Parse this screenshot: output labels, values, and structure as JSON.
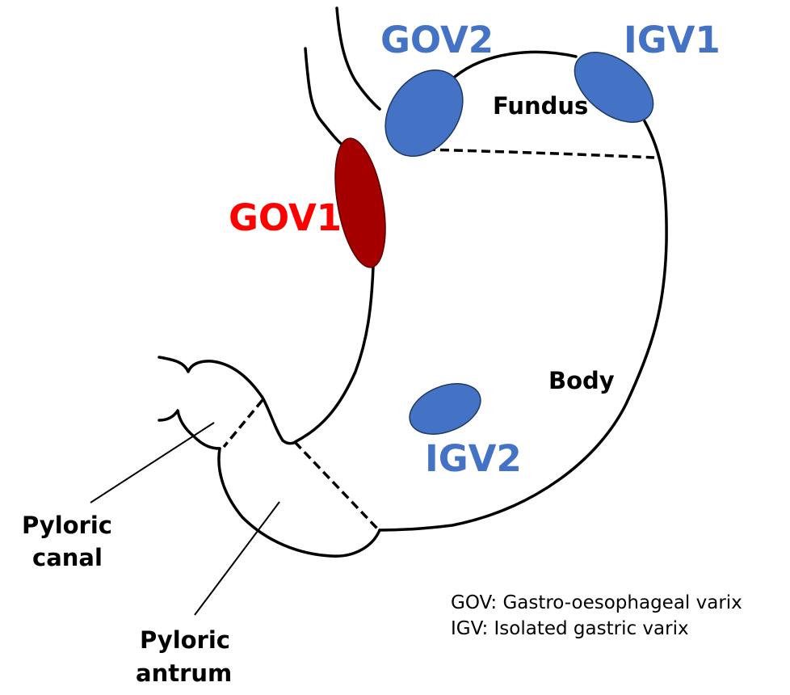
{
  "diagram": {
    "subject": "Stomach with gastric varices classification",
    "regions": {
      "fundus": "Fundus",
      "body": "Body",
      "pyloric_canal": [
        "Pyloric",
        "canal"
      ],
      "pyloric_antrum": [
        "Pyloric",
        "antrum"
      ]
    },
    "varices": {
      "gov1": {
        "label": "GOV1",
        "color": "#a50000",
        "label_color": "#ff0000"
      },
      "gov2": {
        "label": "GOV2",
        "color": "#4472c4",
        "label_color": "#4472c4"
      },
      "igv1": {
        "label": "IGV1",
        "color": "#4472c4",
        "label_color": "#4472c4"
      },
      "igv2": {
        "label": "IGV2",
        "color": "#4472c4",
        "label_color": "#4472c4"
      }
    },
    "legend": [
      "GOV: Gastro-oesophageal varix",
      "IGV: Isolated gastric varix"
    ]
  }
}
